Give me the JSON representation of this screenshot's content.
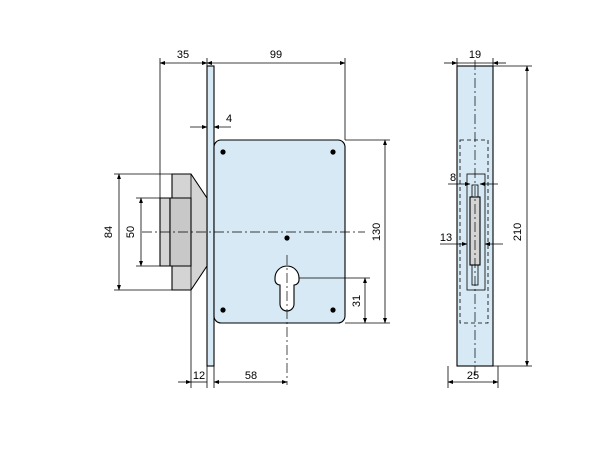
{
  "colors": {
    "body_fill": "#d6e9f4",
    "bolt_fill": "#d4d4d4",
    "line": "#000000",
    "background": "#ffffff"
  },
  "dimensions": {
    "front_side": {
      "bolt_projection": "35",
      "case_width": "99",
      "faceplate_thickness": "4",
      "bolt_height": "50",
      "bolt_base_height": "84",
      "case_height": "130",
      "cylinder_center_height": "31",
      "faceplate_offset": "12",
      "backset": "58"
    },
    "end_view": {
      "faceplate_width": "19",
      "bolt_width": "8",
      "bolt_slot": "13",
      "faceplate_height": "210",
      "case_depth": "25"
    }
  }
}
